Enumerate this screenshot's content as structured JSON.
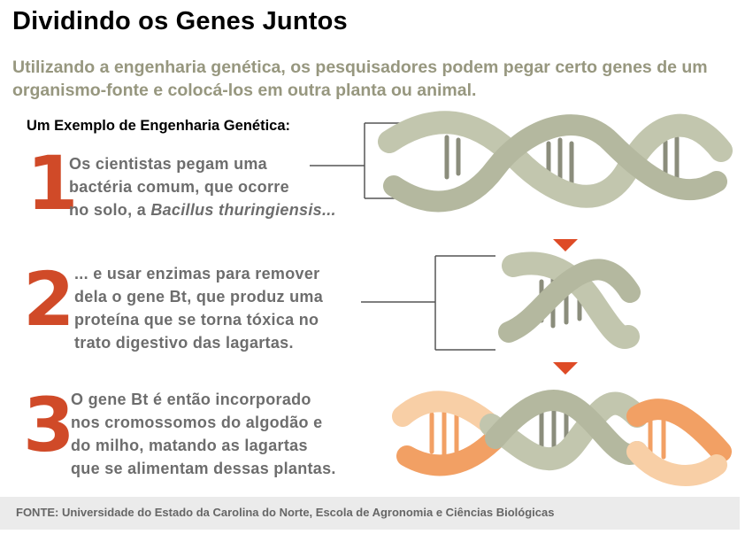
{
  "title": "Dividindo os Genes Juntos",
  "intro": "Utilizando a engenharia genética, os pesquisadores podem pegar certo genes de um organismo-fonte e colocá-los em outra planta ou animal.",
  "subtitle": "Um Exemplo de Engenharia Genética:",
  "steps": [
    {
      "number": "1",
      "lines": [
        "Os cientistas pegam uma",
        "bactéria comum, que ocorre",
        "no solo, a "
      ],
      "italic": "Bacillus thuringiensis..."
    },
    {
      "number": "2",
      "lines": [
        "... e usar enzimas para remover",
        "dela o gene Bt, que produz uma",
        "proteína que se torna tóxica  no",
        "trato digestivo das lagartas."
      ]
    },
    {
      "number": "3",
      "lines": [
        "O gene Bt é então incorporado",
        "nos cromossomos do algodão e",
        "do milho, matando as lagartas",
        "que se alimentam dessas plantas."
      ]
    }
  ],
  "footer": "FONTE: Universidade do Estado da Carolina do Norte, Escola de Agronomia e Ciências Biológicas",
  "colors": {
    "number": "#d04a28",
    "dna_gray": "#c2c6ae",
    "dna_gray_dark": "#8b8d7c",
    "dna_orange": "#f2a064",
    "dna_orange_light": "#f8cfa6",
    "arrow": "#de4b26"
  }
}
